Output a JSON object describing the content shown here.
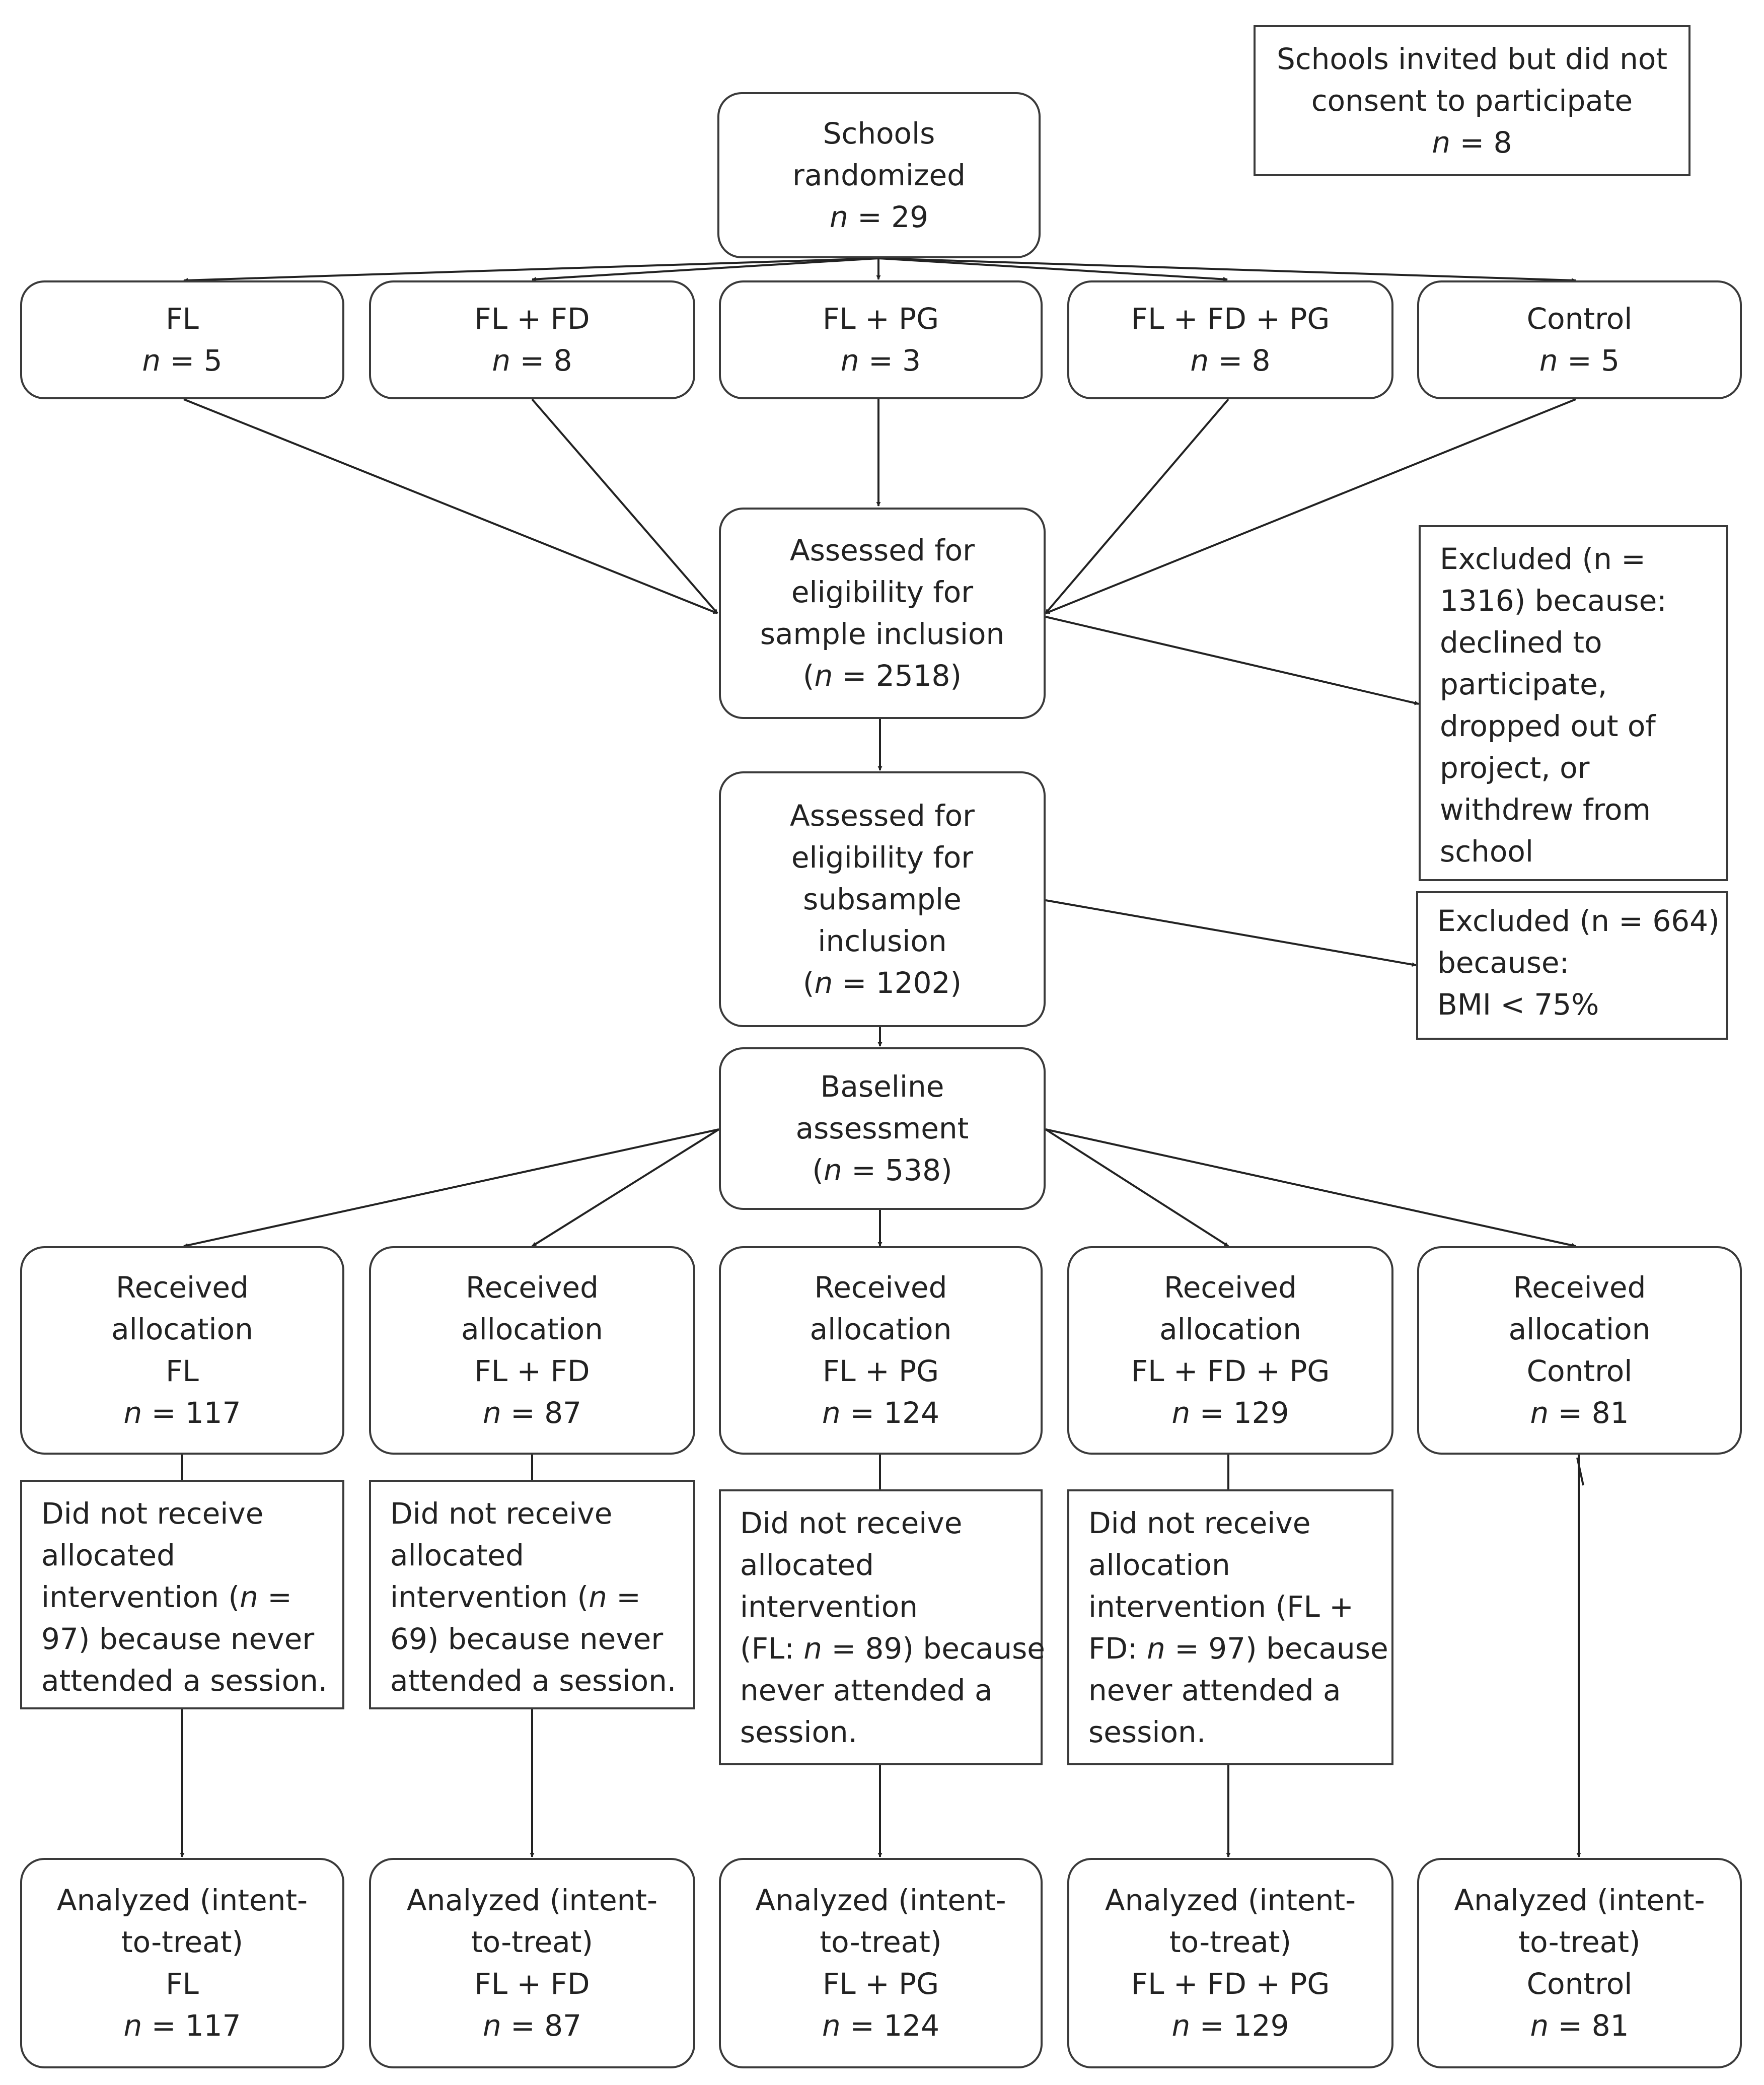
{
  "not_consented": {
    "lines": [
      "Schools invited but did not",
      "consent to participate"
    ],
    "n": "8"
  },
  "randomized": {
    "lines": [
      "Schools",
      "randomized"
    ],
    "n": "29"
  },
  "groups": [
    {
      "label": "FL",
      "n": "5"
    },
    {
      "label": "FL + FD",
      "n": "8"
    },
    {
      "label": "FL + PG",
      "n": "3"
    },
    {
      "label": "FL + FD + PG",
      "n": "8"
    },
    {
      "label": "Control",
      "n": "5"
    }
  ],
  "eligibility_sample": {
    "lines": [
      "Assessed for",
      "eligibility for",
      "sample inclusion"
    ],
    "n": "2518"
  },
  "excluded_sample": {
    "lines": [
      "Excluded (n =",
      "1316) because:",
      "declined to",
      "participate,",
      "dropped out of",
      "project, or",
      "withdrew from",
      "school"
    ]
  },
  "eligibility_subsample": {
    "lines": [
      "Assessed for",
      "eligibility for",
      "subsample",
      "inclusion"
    ],
    "n": "1202"
  },
  "excluded_subsample": {
    "lines": [
      "Excluded (n = 664)",
      "because:",
      "BMI < 75%"
    ]
  },
  "baseline": {
    "lines": [
      "Baseline",
      "assessment"
    ],
    "n": "538"
  },
  "received_prefix": [
    "Received",
    "allocation"
  ],
  "received": [
    {
      "label": "FL",
      "n": "117"
    },
    {
      "label": "FL + FD",
      "n": "87"
    },
    {
      "label": "FL + PG",
      "n": "124"
    },
    {
      "label": "FL + FD + PG",
      "n": "129"
    },
    {
      "label": "Control",
      "n": "81"
    }
  ],
  "not_received": [
    {
      "lines": [
        "Did not receive",
        "allocated",
        "intervention  (",
        "97) because never",
        "attended a session."
      ]
    },
    {
      "lines": [
        "Did not receive",
        "allocated",
        "intervention (",
        "69) because never",
        "attended a session."
      ]
    },
    {
      "lines": [
        "Did not receive",
        "allocated",
        "intervention",
        "(FL: ",
        "never attended a",
        "session."
      ]
    },
    {
      "lines": [
        "Did not receive",
        "allocation",
        "intervention (FL +",
        "FD: ",
        "never attended a",
        "session."
      ]
    }
  ],
  "analyzed_prefix": [
    "Analyzed (intent-",
    "to-treat)"
  ],
  "analyzed": [
    {
      "label": "FL",
      "n": "117"
    },
    {
      "label": "FL + FD",
      "n": "87"
    },
    {
      "label": "FL + PG",
      "n": "124"
    },
    {
      "label": "FL + FD + PG",
      "n": "129"
    },
    {
      "label": "Control",
      "n": "81"
    }
  ]
}
